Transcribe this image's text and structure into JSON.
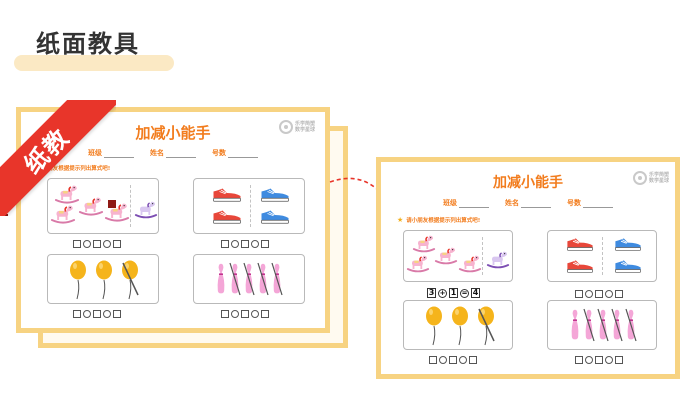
{
  "header": {
    "title": "纸面教具"
  },
  "ribbon": {
    "label": "纸教"
  },
  "worksheet": {
    "title": "加减小能手",
    "fields": [
      "班级",
      "姓名",
      "号数"
    ],
    "instruction": "请小朋友根据提示列出算式吧!",
    "logo_lines": [
      "乐学简塑",
      "数学星球"
    ]
  },
  "equation": {
    "a": "3",
    "op1": "+",
    "b": "1",
    "op2": "=",
    "result": "4"
  },
  "colors": {
    "accent_orange": "#f27c1d",
    "card_border": "#f7d382",
    "ribbon_red": "#e8352a",
    "header_highlight": "#fbe9c4"
  },
  "icons": [
    "rocking-horse-icon",
    "sneaker-icon",
    "balloon-icon",
    "bowling-pin-icon",
    "curved-arrow-icon"
  ]
}
